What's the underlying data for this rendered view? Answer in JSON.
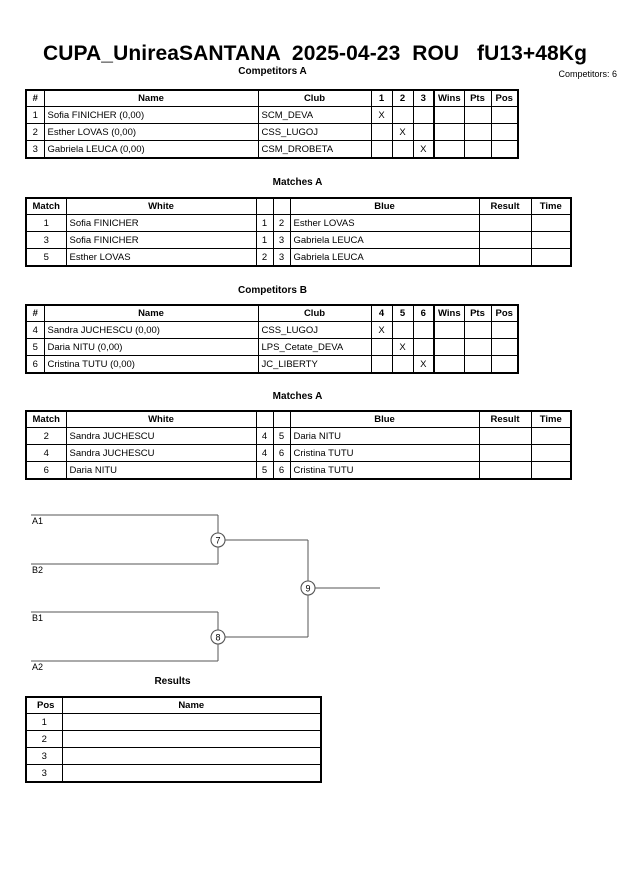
{
  "header": {
    "title": "CUPA_UnireaSANTANA  2025-04-23  ROU   fU13+48Kg",
    "competitors_count_label": "Competitors: 6"
  },
  "pool_a": {
    "caption": "Competitors A",
    "columns": [
      "#",
      "Name",
      "Club",
      "1",
      "2",
      "3",
      "Wins",
      "Pts",
      "Pos"
    ],
    "rows": [
      {
        "num": "1",
        "name": "Sofia FINICHER  (0,00)",
        "club": "SCM_DEVA",
        "m1": "X",
        "m2": "",
        "m3": "",
        "wins": "",
        "pts": "",
        "pos": ""
      },
      {
        "num": "2",
        "name": "Esther LOVAS  (0,00)",
        "club": "CSS_LUGOJ",
        "m1": "",
        "m2": "X",
        "m3": "",
        "wins": "",
        "pts": "",
        "pos": ""
      },
      {
        "num": "3",
        "name": "Gabriela LEUCA  (0,00)",
        "club": "CSM_DROBETA",
        "m1": "",
        "m2": "",
        "m3": "X",
        "wins": "",
        "pts": "",
        "pos": ""
      }
    ]
  },
  "matches_a": {
    "caption": "Matches A",
    "columns": [
      "Match",
      "White",
      "",
      "",
      "Blue",
      "Result",
      "Time"
    ],
    "rows": [
      {
        "match": "1",
        "white": "Sofia FINICHER",
        "wnum": "1",
        "bnum": "2",
        "blue": "Esther LOVAS",
        "result": "",
        "time": ""
      },
      {
        "match": "3",
        "white": "Sofia FINICHER",
        "wnum": "1",
        "bnum": "3",
        "blue": "Gabriela LEUCA",
        "result": "",
        "time": ""
      },
      {
        "match": "5",
        "white": "Esther LOVAS",
        "wnum": "2",
        "bnum": "3",
        "blue": "Gabriela LEUCA",
        "result": "",
        "time": ""
      }
    ]
  },
  "pool_b": {
    "caption": "Competitors B",
    "columns": [
      "#",
      "Name",
      "Club",
      "4",
      "5",
      "6",
      "Wins",
      "Pts",
      "Pos"
    ],
    "rows": [
      {
        "num": "4",
        "name": "Sandra JUCHESCU  (0,00)",
        "club": "CSS_LUGOJ",
        "m1": "X",
        "m2": "",
        "m3": "",
        "wins": "",
        "pts": "",
        "pos": ""
      },
      {
        "num": "5",
        "name": "Daria NITU  (0,00)",
        "club": "LPS_Cetate_DEVA",
        "m1": "",
        "m2": "X",
        "m3": "",
        "wins": "",
        "pts": "",
        "pos": ""
      },
      {
        "num": "6",
        "name": "Cristina TUTU  (0,00)",
        "club": "JC_LIBERTY",
        "m1": "",
        "m2": "",
        "m3": "X",
        "wins": "",
        "pts": "",
        "pos": ""
      }
    ]
  },
  "matches_b": {
    "caption": "Matches A",
    "columns": [
      "Match",
      "White",
      "",
      "",
      "Blue",
      "Result",
      "Time"
    ],
    "rows": [
      {
        "match": "2",
        "white": "Sandra JUCHESCU",
        "wnum": "4",
        "bnum": "5",
        "blue": "Daria NITU",
        "result": "",
        "time": ""
      },
      {
        "match": "4",
        "white": "Sandra JUCHESCU",
        "wnum": "4",
        "bnum": "6",
        "blue": "Cristina TUTU",
        "result": "",
        "time": ""
      },
      {
        "match": "6",
        "white": "Daria NITU",
        "wnum": "5",
        "bnum": "6",
        "blue": "Cristina TUTU",
        "result": "",
        "time": ""
      }
    ]
  },
  "bracket": {
    "seeds": [
      "A1",
      "B2",
      "B1",
      "A2"
    ],
    "nodes": [
      "7",
      "8",
      "9"
    ]
  },
  "results": {
    "caption": "Results",
    "columns": [
      "Pos",
      "Name"
    ],
    "rows": [
      {
        "pos": "1",
        "name": ""
      },
      {
        "pos": "2",
        "name": ""
      },
      {
        "pos": "3",
        "name": ""
      },
      {
        "pos": "3",
        "name": ""
      }
    ]
  }
}
